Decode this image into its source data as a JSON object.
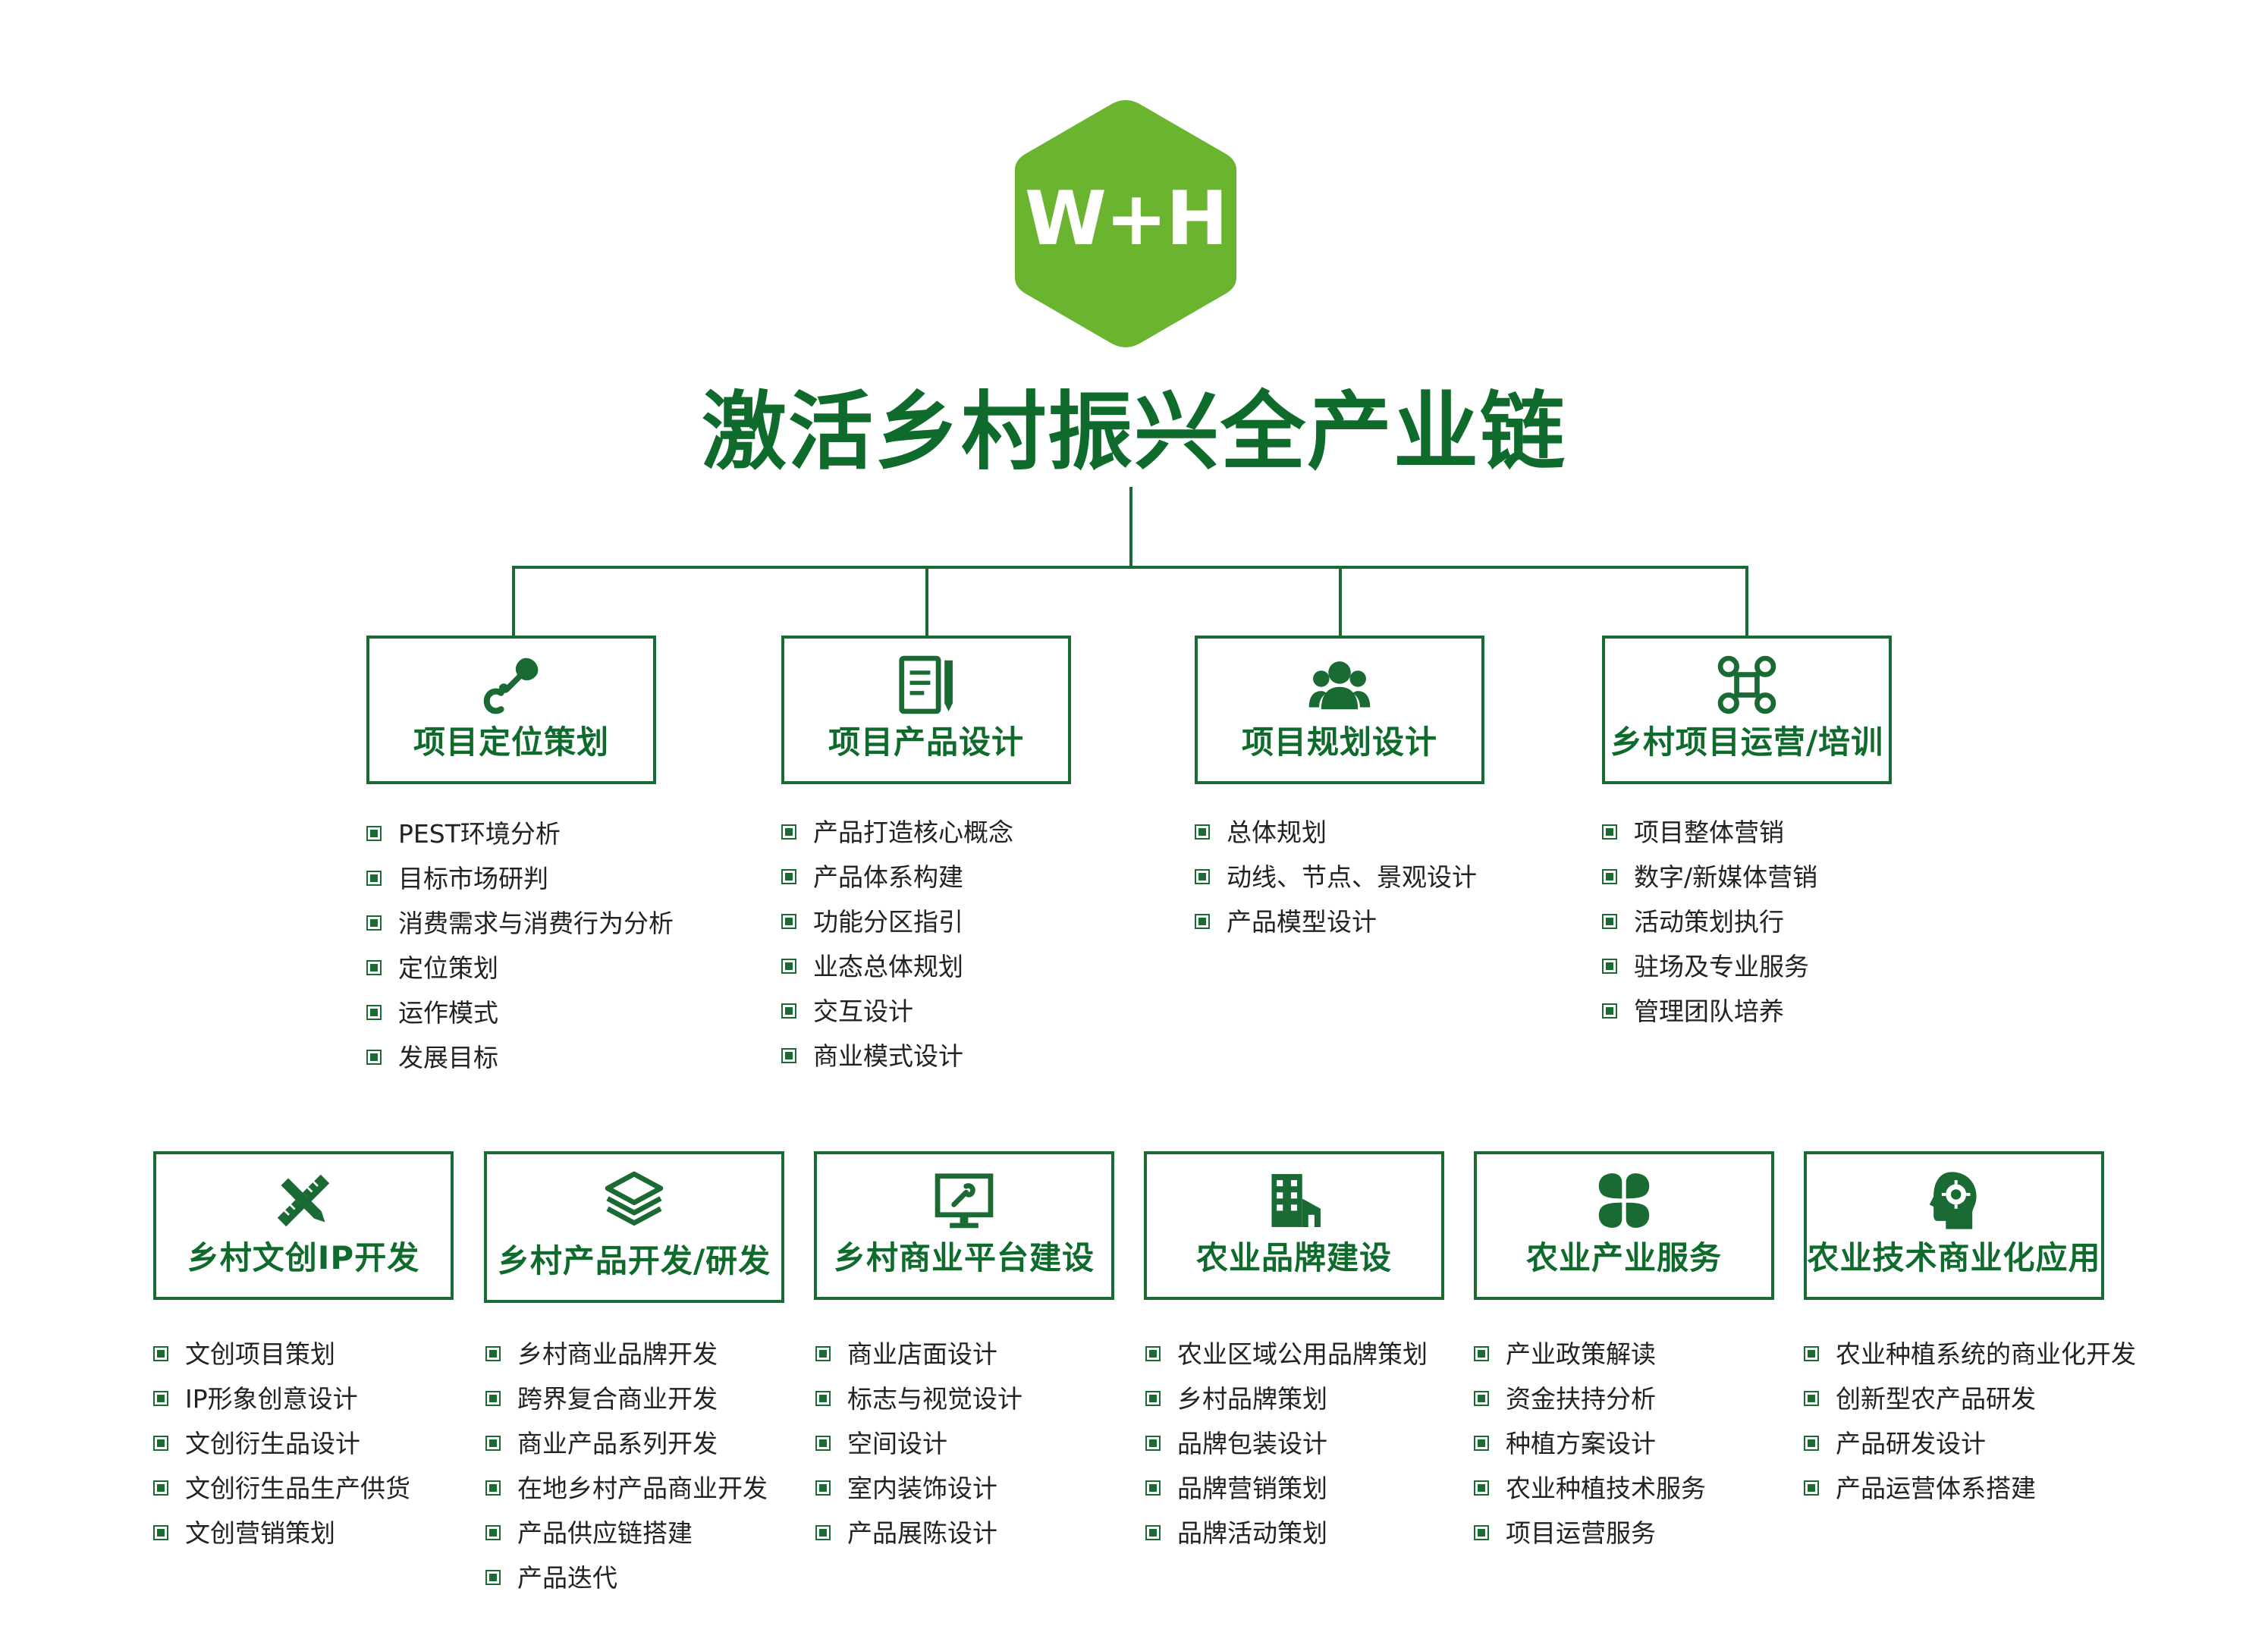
{
  "colors": {
    "brand_green": "#6ab42f",
    "dark_green": "#0f6b2c",
    "line_green": "#1a6b33"
  },
  "logo": {
    "text": "W+H"
  },
  "title": "激活乡村振兴全产业链",
  "top_row": [
    {
      "label": "项目定位策划",
      "icon": "pen-nib-icon",
      "items": [
        "PEST环境分析",
        "目标市场研判",
        "消费需求与消费行为分析",
        "定位策划",
        "运作模式",
        "发展目标"
      ]
    },
    {
      "label": "项目产品设计",
      "icon": "document-edit-icon",
      "items": [
        "产品打造核心概念",
        "产品体系构建",
        "功能分区指引",
        "业态总体规划",
        "交互设计",
        "商业模式设计"
      ]
    },
    {
      "label": "项目规划设计",
      "icon": "people-group-icon",
      "items": [
        "总体规划",
        "动线、节点、景观设计",
        "产品模型设计"
      ]
    },
    {
      "label": "乡村项目运营/培训",
      "icon": "network-nodes-icon",
      "items": [
        "项目整体营销",
        "数字/新媒体营销",
        "活动策划执行",
        "驻场及专业服务",
        "管理团队培养"
      ]
    }
  ],
  "bottom_row": [
    {
      "label": "乡村文创IP开发",
      "icon": "ruler-pencil-icon",
      "items": [
        "文创项目策划",
        "IP形象创意设计",
        "文创衍生品设计",
        "文创衍生品生产供货",
        "文创营销策划"
      ]
    },
    {
      "label": "乡村产品开发/研发",
      "icon": "layers-icon",
      "items": [
        "乡村商业品牌开发",
        "跨界复合商业开发",
        "商业产品系列开发",
        "在地乡村产品商业开发",
        "产品供应链搭建",
        "产品迭代"
      ]
    },
    {
      "label": "乡村商业平台建设",
      "icon": "monitor-tools-icon",
      "items": [
        "商业店面设计",
        "标志与视觉设计",
        "空间设计",
        "室内装饰设计",
        "产品展陈设计"
      ]
    },
    {
      "label": "农业品牌建设",
      "icon": "building-icon",
      "items": [
        "农业区域公用品牌策划",
        "乡村品牌策划",
        "品牌包装设计",
        "品牌营销策划",
        "品牌活动策划"
      ]
    },
    {
      "label": "农业产业服务",
      "icon": "clover-icon",
      "items": [
        "产业政策解读",
        "资金扶持分析",
        "种植方案设计",
        "农业种植技术服务",
        "项目运营服务"
      ]
    },
    {
      "label": "农业技术商业化应用",
      "icon": "head-gear-icon",
      "items": [
        "农业种植系统的商业化开发",
        "创新型农产品研发",
        "产品研发设计",
        "产品运营体系搭建"
      ]
    }
  ]
}
